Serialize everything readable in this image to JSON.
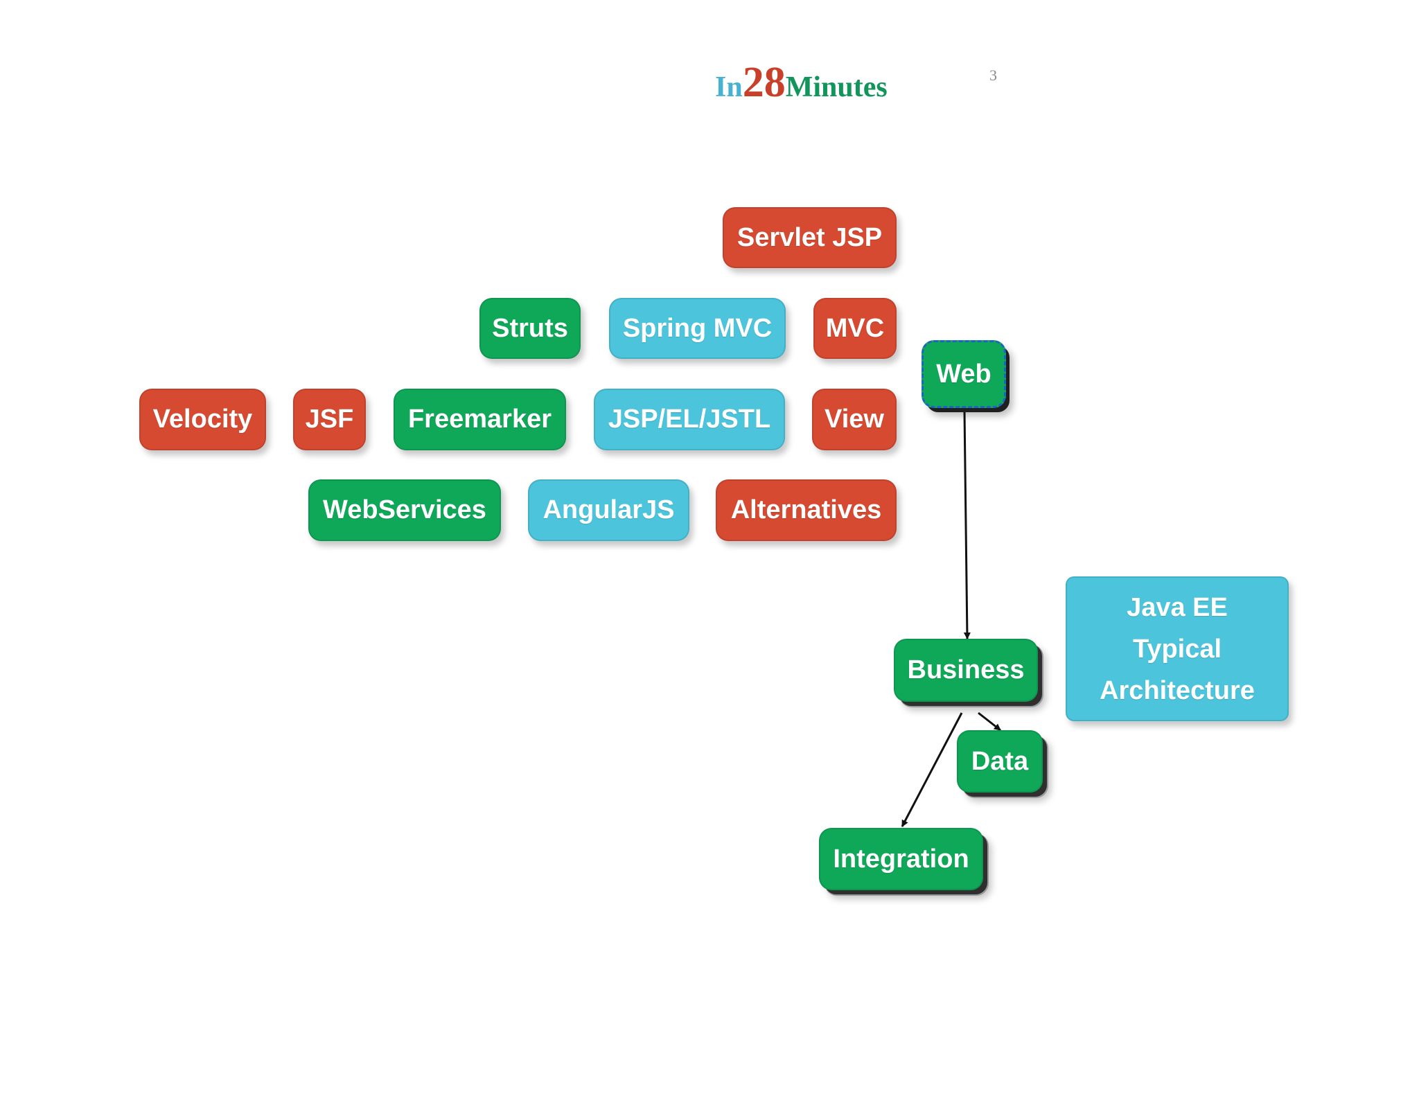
{
  "header": {
    "logo": {
      "part1": "In",
      "part2": "28",
      "part3": "Minutes"
    },
    "page_number": "3"
  },
  "colors": {
    "red": "#d64a31",
    "green": "#0fa859",
    "blue": "#4cc4dc",
    "logo_in": "#46b1d3",
    "logo_num": "#c8402a",
    "logo_minutes": "#12955b",
    "arrow": "#111111"
  },
  "diagram": {
    "nodes": {
      "servlet_jsp": {
        "label": "Servlet JSP",
        "color": "red"
      },
      "struts": {
        "label": "Struts",
        "color": "green"
      },
      "spring_mvc": {
        "label": "Spring MVC",
        "color": "blue"
      },
      "mvc": {
        "label": "MVC",
        "color": "red"
      },
      "web": {
        "label": "Web",
        "color": "green"
      },
      "velocity": {
        "label": "Velocity",
        "color": "red"
      },
      "jsf": {
        "label": "JSF",
        "color": "red"
      },
      "freemarker": {
        "label": "Freemarker",
        "color": "green"
      },
      "jsp_el_jstl": {
        "label": "JSP/EL/JSTL",
        "color": "blue"
      },
      "view": {
        "label": "View",
        "color": "red"
      },
      "webservices": {
        "label": "WebServices",
        "color": "green"
      },
      "angularjs": {
        "label": "AngularJS",
        "color": "blue"
      },
      "alternatives": {
        "label": "Alternatives",
        "color": "red"
      },
      "business": {
        "label": "Business",
        "color": "green"
      },
      "data": {
        "label": "Data",
        "color": "green"
      },
      "integration": {
        "label": "Integration",
        "color": "green"
      },
      "java_ee": {
        "label_lines": [
          "Java EE",
          "Typical",
          "Architecture"
        ],
        "color": "blue"
      }
    },
    "edges": [
      {
        "from": "web",
        "to": "business"
      },
      {
        "from": "business",
        "to": "data"
      },
      {
        "from": "business",
        "to": "integration"
      }
    ]
  }
}
